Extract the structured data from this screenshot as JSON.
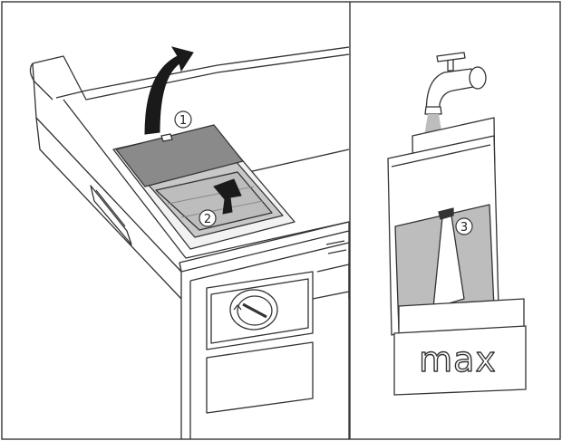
{
  "panels": [
    {
      "id": "drawer",
      "callouts": [
        "1",
        "2"
      ]
    },
    {
      "id": "refill",
      "callouts": [
        "3"
      ]
    }
  ],
  "callouts": {
    "c1": "1",
    "c2": "2",
    "c3": "3"
  },
  "container_marking": "max",
  "colors": {
    "line": "#333333",
    "grey": "#bdbdbd",
    "dark_grey": "#8a8a8a",
    "arrow": "#1a1a1a",
    "frame": "#444444"
  },
  "icons": [
    "curved-lift-arrow-icon",
    "up-arrow-icon",
    "water-tap-icon"
  ]
}
